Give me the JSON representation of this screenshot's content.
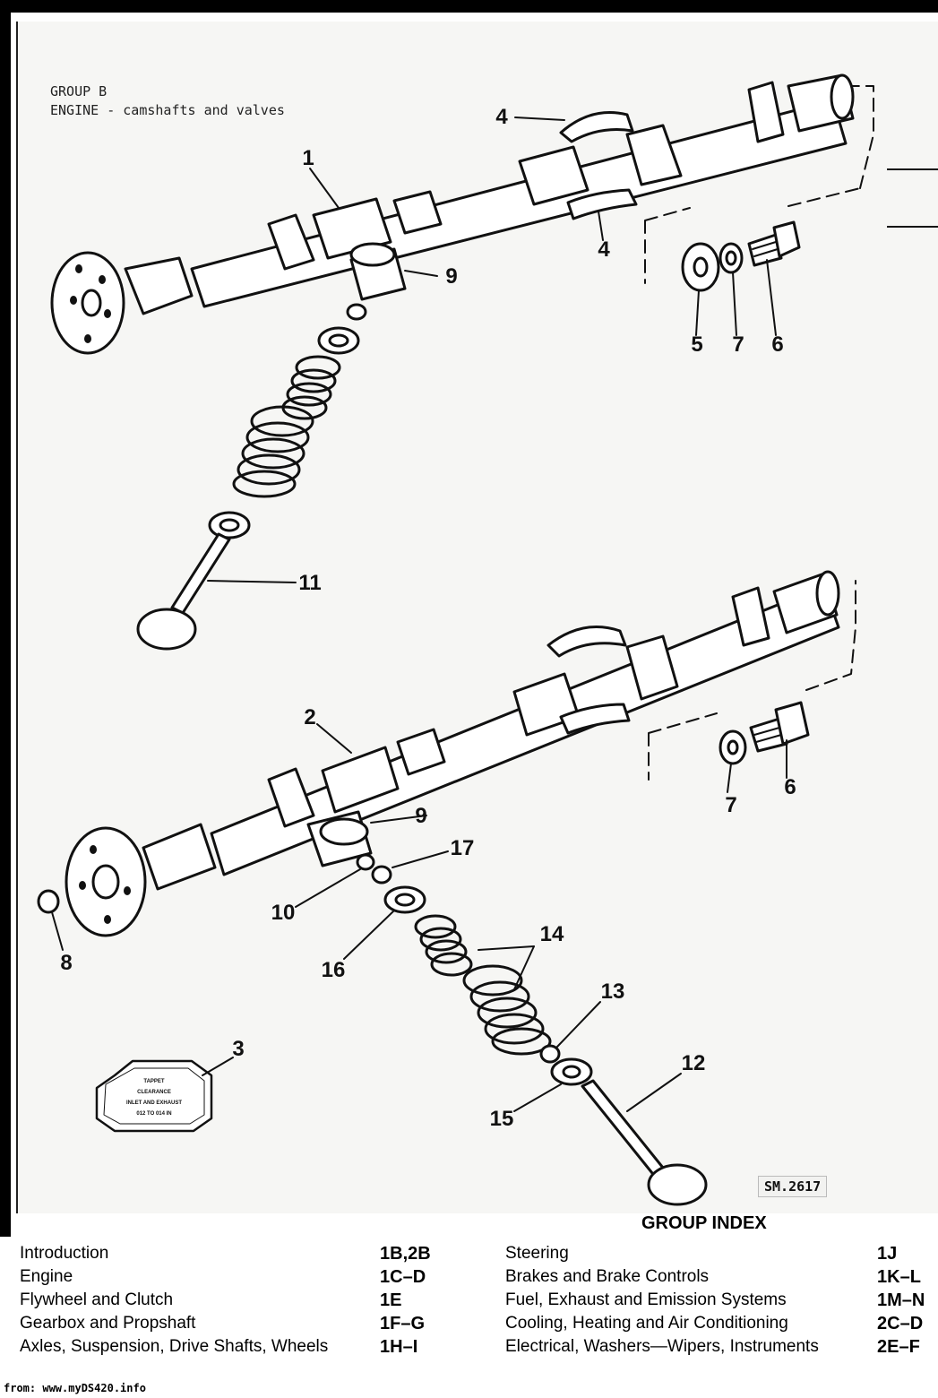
{
  "header": {
    "group": "GROUP B",
    "title": "ENGINE - camshafts and valves"
  },
  "callouts": {
    "c1": "1",
    "c2": "2",
    "c3": "3",
    "c4a": "4",
    "c4b": "4",
    "c5": "5",
    "c6a": "6",
    "c6b": "6",
    "c7a": "7",
    "c7b": "7",
    "c8": "8",
    "c9a": "9",
    "c9b": "9",
    "c10": "10",
    "c11": "11",
    "c12": "12",
    "c13": "13",
    "c14": "14",
    "c15": "15",
    "c16": "16",
    "c17": "17"
  },
  "plate_text": {
    "l1": "TAPPET",
    "l2": "CLEARANCE",
    "l3": "INLET AND EXHAUST",
    "l4": "012 TO 014 IN"
  },
  "reference": "SM.2617",
  "index": {
    "title": "GROUP INDEX",
    "left": [
      {
        "label": "Introduction",
        "code": "1B,2B"
      },
      {
        "label": "Engine",
        "code": "1C–D"
      },
      {
        "label": "Flywheel and Clutch",
        "code": "1E"
      },
      {
        "label": "Gearbox and Propshaft",
        "code": "1F–G"
      },
      {
        "label": "Axles, Suspension, Drive Shafts, Wheels",
        "code": "1H–I"
      }
    ],
    "right": [
      {
        "label": "Steering",
        "code": "1J"
      },
      {
        "label": "Brakes and Brake Controls",
        "code": "1K–L"
      },
      {
        "label": "Fuel, Exhaust and Emission Systems",
        "code": "1M–N"
      },
      {
        "label": "Cooling, Heating and Air Conditioning",
        "code": "2C–D"
      },
      {
        "label": "Electrical, Washers—Wipers, Instruments",
        "code": "2E–F"
      }
    ]
  },
  "footer": "from: www.myDS420.info"
}
